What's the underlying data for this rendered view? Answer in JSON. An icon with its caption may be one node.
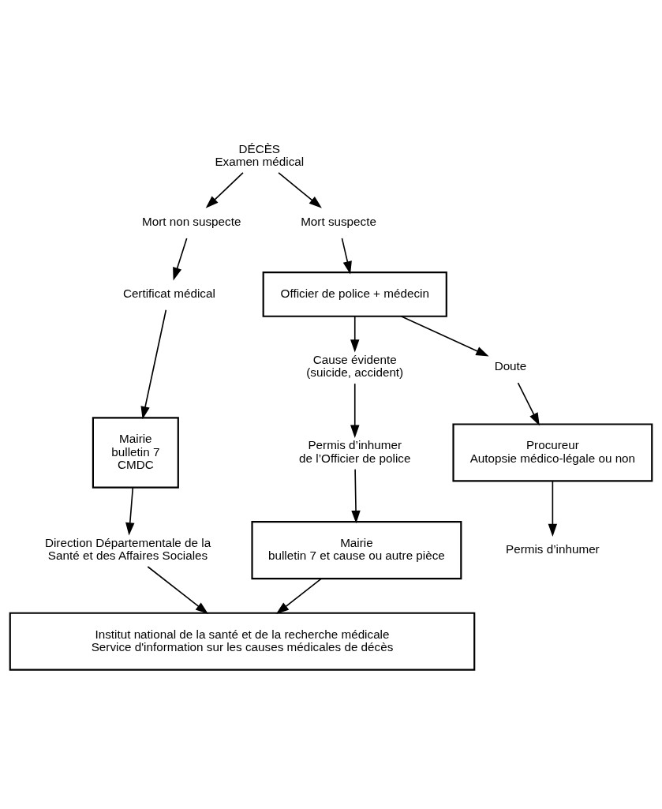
{
  "diagram": {
    "nodes": [
      {
        "text": [
          "DÉCÈS",
          "Examen médical"
        ]
      },
      {
        "text": [
          "Mort non suspecte"
        ]
      },
      {
        "text": [
          "Mort suspecte"
        ]
      },
      {
        "text": [
          "Certificat médical"
        ]
      },
      {
        "text": [
          "Officier de police + médecin"
        ]
      },
      {
        "text": [
          "Cause évidente",
          "(suicide, accident)"
        ]
      },
      {
        "text": [
          "Doute"
        ]
      },
      {
        "text": [
          "Mairie",
          "bulletin 7",
          "CMDC"
        ]
      },
      {
        "text": [
          "Permis d’inhumer",
          "de l’Officier de police"
        ]
      },
      {
        "text": [
          "Procureur",
          "Autopsie médico-légale ou non"
        ]
      },
      {
        "text": [
          "Direction Départementale de la Santé et des Affaires Sociales"
        ]
      },
      {
        "text": [
          "Permis d’inhumer"
        ]
      },
      {
        "text": [
          "Mairie",
          "bulletin 7 et cause ou autre pièce"
        ]
      },
      {
        "text": [
          "Institut national de la santé et de la recherche médicale",
          "Service d'information sur les causes médicales de décès"
        ]
      }
    ],
    "edges": [
      {
        "from": 0,
        "to": 1,
        "arrow": "to"
      },
      {
        "from": 0,
        "to": 2,
        "arrow": "to"
      },
      {
        "from": 1,
        "to": 3,
        "arrow": "to"
      },
      {
        "from": 2,
        "to": 4,
        "arrow": "to"
      },
      {
        "from": 4,
        "to": 5,
        "arrow": "to"
      },
      {
        "from": 4,
        "to": 6,
        "arrow": "to"
      },
      {
        "from": 3,
        "to": 7,
        "arrow": "to"
      },
      {
        "from": 5,
        "to": 8,
        "arrow": "to"
      },
      {
        "from": 6,
        "to": 9,
        "arrow": "to"
      },
      {
        "from": 7,
        "to": 10,
        "arrow": "to"
      },
      {
        "from": 8,
        "to": 12,
        "arrow": "to"
      },
      {
        "from": 9,
        "to": 11,
        "arrow": "to"
      },
      {
        "from": 10,
        "to": 13,
        "arrow": "to"
      },
      {
        "from": 12,
        "to": 13,
        "arrow": "to"
      }
    ]
  }
}
